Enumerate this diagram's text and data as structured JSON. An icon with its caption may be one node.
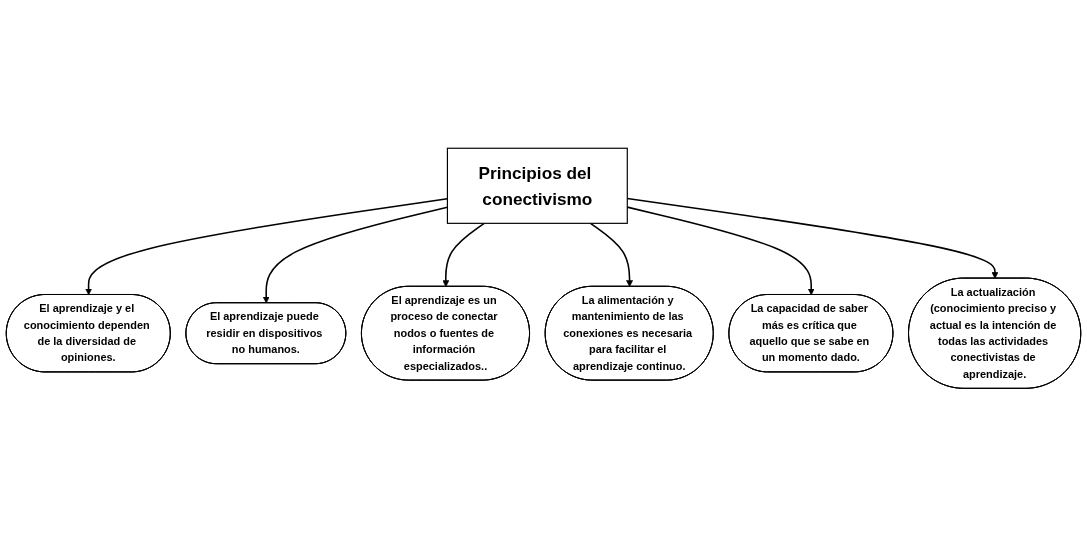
{
  "diagram": {
    "nodes": [
      {
        "text": [
          "El aprendizaje y el conocimiento dependen de la diversidad de opiniones."
        ]
      },
      {
        "text": [
          "El aprendizaje puede residir en dispositivos no humanos."
        ]
      },
      {
        "text": [
          "El aprendizaje es un proceso de conectar nodos o fuentes de información especializados.."
        ]
      },
      {
        "text": [
          "Principios del conectivismo"
        ]
      },
      {
        "text": [
          "La alimentación y mantenimiento de las conexiones es necesaria para facilitar el aprendizaje continuo."
        ]
      },
      {
        "text": [
          "La capacidad de saber más es crítica que aquello que se sabe en un momento dado."
        ]
      },
      {
        "text": [
          "La actualización (conocimiento preciso y actual es la intención de todas las actividades conectivistas de aprendizaje."
        ]
      }
    ],
    "edges": [
      {
        "from": 3,
        "to": 0,
        "arrow": "to"
      },
      {
        "from": 3,
        "to": 1,
        "arrow": "to"
      },
      {
        "from": 3,
        "to": 2,
        "arrow": "to"
      },
      {
        "from": 3,
        "to": 4,
        "arrow": "to"
      },
      {
        "from": 3,
        "to": 5,
        "arrow": "to"
      },
      {
        "from": 3,
        "to": 6,
        "arrow": "to"
      }
    ]
  }
}
